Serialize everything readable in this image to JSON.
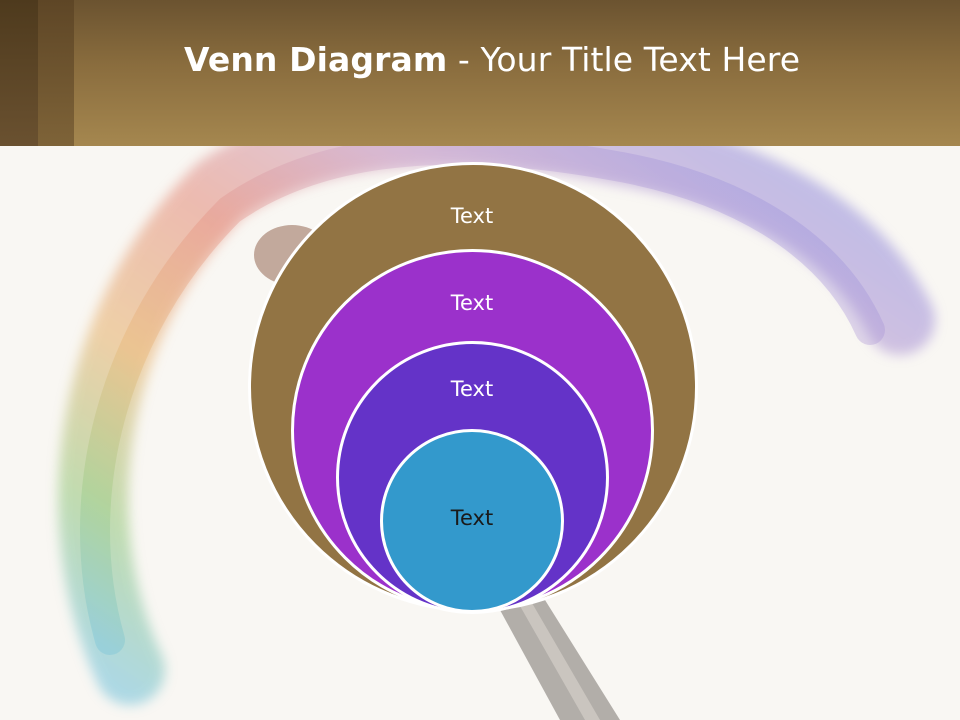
{
  "slide": {
    "title_bold": "Venn Diagram",
    "title_rest": " - Your Title Text Here"
  },
  "diagram": {
    "circles": [
      {
        "label": "Text",
        "color": "#927444",
        "text_color": "#ffffff"
      },
      {
        "label": "Text",
        "color": "#9b31cb",
        "text_color": "#ffffff"
      },
      {
        "label": "Text",
        "color": "#6433c8",
        "text_color": "#ffffff"
      },
      {
        "label": "Text",
        "color": "#3399cc",
        "text_color": "#1a1a1a"
      }
    ]
  },
  "colors": {
    "header": "#8a6d3e",
    "background": "#f9f7f3"
  }
}
